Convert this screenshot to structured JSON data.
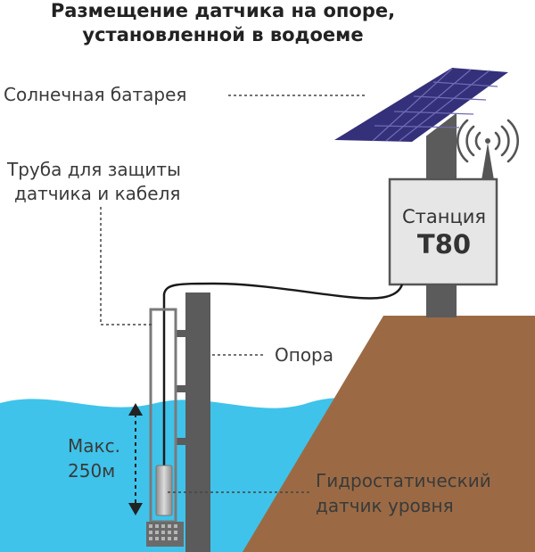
{
  "title": {
    "line1": "Размещение датчика на опоре,",
    "line2": "установленной в водоеме"
  },
  "labels": {
    "solar_panel": "Солнечная батарея",
    "pipe_line1": "Труба для защиты",
    "pipe_line2": "датчика и кабеля",
    "pole": "Опора",
    "max_line1": "Макс.",
    "max_line2": "250м",
    "sensor_line1": "Гидростатический",
    "sensor_line2": "датчик уровня"
  },
  "station": {
    "line1": "Станция",
    "line2": "T80"
  },
  "colors": {
    "water": "#3fc3ea",
    "ground": "#9b6a44",
    "pole": "#5b5b5b",
    "solar_panel": "#34307a",
    "station_box": "#e6e6e6"
  }
}
